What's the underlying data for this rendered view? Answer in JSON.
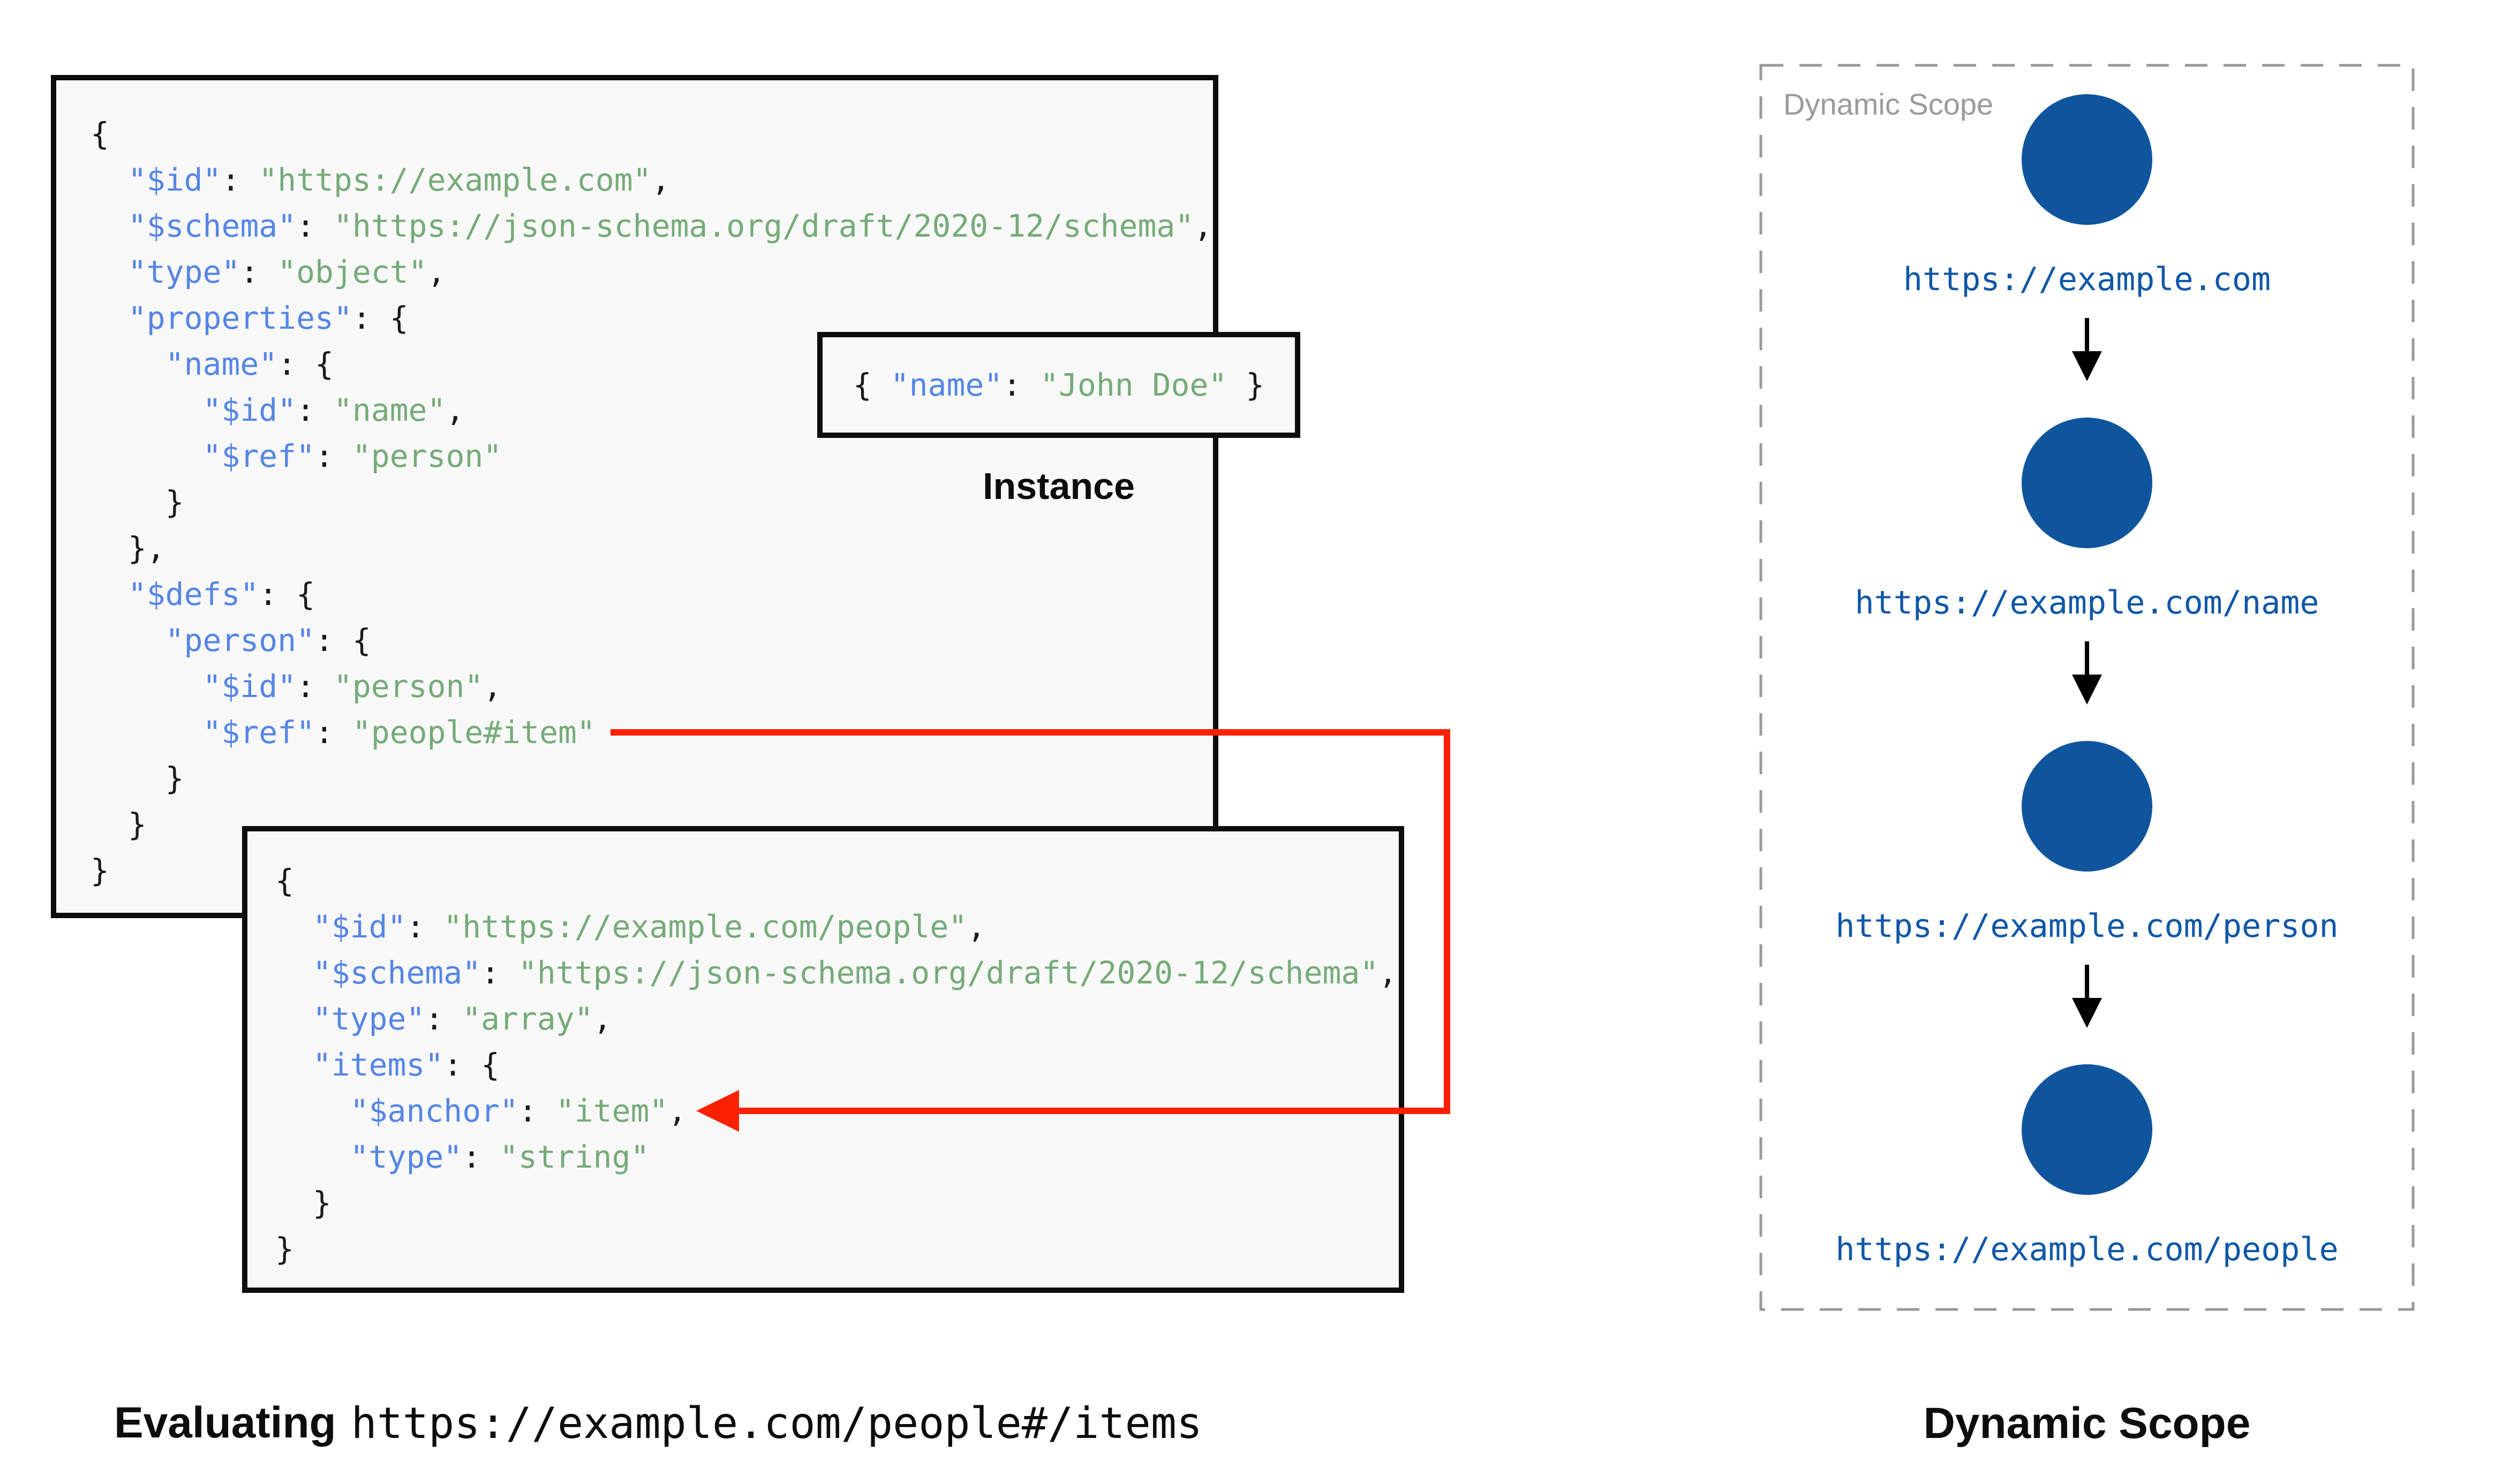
{
  "palette": {
    "box_bg": "#f8f8f8",
    "box_border": "#0d0d0d",
    "key": "#5585e6",
    "string": "#75ab78",
    "punct": "#1a1a1a",
    "node_fill": "#0f559d",
    "url_text": "#0f57a8",
    "red": "#fb2000",
    "panel_label": "#9b9b9b",
    "panel_border": "#999999"
  },
  "root_schema": {
    "lines": [
      [
        [
          "p",
          "{"
        ]
      ],
      [
        [
          "p",
          "  "
        ],
        [
          "k",
          "\"$id\""
        ],
        [
          "p",
          ": "
        ],
        [
          "s",
          "\"https://example.com\""
        ],
        [
          "p",
          ","
        ]
      ],
      [
        [
          "p",
          "  "
        ],
        [
          "k",
          "\"$schema\""
        ],
        [
          "p",
          ": "
        ],
        [
          "s",
          "\"https://json-schema.org/draft/2020-12/schema\""
        ],
        [
          "p",
          ","
        ]
      ],
      [
        [
          "p",
          "  "
        ],
        [
          "k",
          "\"type\""
        ],
        [
          "p",
          ": "
        ],
        [
          "s",
          "\"object\""
        ],
        [
          "p",
          ","
        ]
      ],
      [
        [
          "p",
          "  "
        ],
        [
          "k",
          "\"properties\""
        ],
        [
          "p",
          ": {"
        ]
      ],
      [
        [
          "p",
          "    "
        ],
        [
          "k",
          "\"name\""
        ],
        [
          "p",
          ": {"
        ]
      ],
      [
        [
          "p",
          "      "
        ],
        [
          "k",
          "\"$id\""
        ],
        [
          "p",
          ": "
        ],
        [
          "s",
          "\"name\""
        ],
        [
          "p",
          ","
        ]
      ],
      [
        [
          "p",
          "      "
        ],
        [
          "k",
          "\"$ref\""
        ],
        [
          "p",
          ": "
        ],
        [
          "s",
          "\"person\""
        ]
      ],
      [
        [
          "p",
          "    }"
        ]
      ],
      [
        [
          "p",
          "  },"
        ]
      ],
      [
        [
          "p",
          "  "
        ],
        [
          "k",
          "\"$defs\""
        ],
        [
          "p",
          ": {"
        ]
      ],
      [
        [
          "p",
          "    "
        ],
        [
          "k",
          "\"person\""
        ],
        [
          "p",
          ": {"
        ]
      ],
      [
        [
          "p",
          "      "
        ],
        [
          "k",
          "\"$id\""
        ],
        [
          "p",
          ": "
        ],
        [
          "s",
          "\"person\""
        ],
        [
          "p",
          ","
        ]
      ],
      [
        [
          "p",
          "      "
        ],
        [
          "k",
          "\"$ref\""
        ],
        [
          "p",
          ": "
        ],
        [
          "s",
          "\"people#item\""
        ]
      ],
      [
        [
          "p",
          "    }"
        ]
      ],
      [
        [
          "p",
          "  }"
        ]
      ],
      [
        [
          "p",
          "}"
        ]
      ]
    ]
  },
  "people_schema": {
    "lines": [
      [
        [
          "p",
          "{"
        ]
      ],
      [
        [
          "p",
          "  "
        ],
        [
          "k",
          "\"$id\""
        ],
        [
          "p",
          ": "
        ],
        [
          "s",
          "\"https://example.com/people\""
        ],
        [
          "p",
          ","
        ]
      ],
      [
        [
          "p",
          "  "
        ],
        [
          "k",
          "\"$schema\""
        ],
        [
          "p",
          ": "
        ],
        [
          "s",
          "\"https://json-schema.org/draft/2020-12/schema\""
        ],
        [
          "p",
          ","
        ]
      ],
      [
        [
          "p",
          "  "
        ],
        [
          "k",
          "\"type\""
        ],
        [
          "p",
          ": "
        ],
        [
          "s",
          "\"array\""
        ],
        [
          "p",
          ","
        ]
      ],
      [
        [
          "p",
          "  "
        ],
        [
          "k",
          "\"items\""
        ],
        [
          "p",
          ": {"
        ]
      ],
      [
        [
          "p",
          "    "
        ],
        [
          "k",
          "\"$anchor\""
        ],
        [
          "p",
          ": "
        ],
        [
          "s",
          "\"item\""
        ],
        [
          "p",
          ","
        ]
      ],
      [
        [
          "p",
          "    "
        ],
        [
          "k",
          "\"type\""
        ],
        [
          "p",
          ": "
        ],
        [
          "s",
          "\"string\""
        ]
      ],
      [
        [
          "p",
          "  }"
        ]
      ],
      [
        [
          "p",
          "}"
        ]
      ]
    ]
  },
  "instance": {
    "tokens": [
      [
        "p",
        "{ "
      ],
      [
        "k",
        "\"name\""
      ],
      [
        "p",
        ": "
      ],
      [
        "s",
        "\"John Doe\""
      ],
      [
        "p",
        " }"
      ]
    ],
    "label": "Instance"
  },
  "dynamic_scope": {
    "panel_label": "Dynamic Scope",
    "nodes": [
      {
        "url": "https://example.com"
      },
      {
        "url": "https://example.com/name"
      },
      {
        "url": "https://example.com/person"
      },
      {
        "url": "https://example.com/people"
      }
    ],
    "caption": "Dynamic Scope"
  },
  "evaluating_caption": {
    "prefix": "Evaluating",
    "uri": "https://example.com/people#/items"
  }
}
